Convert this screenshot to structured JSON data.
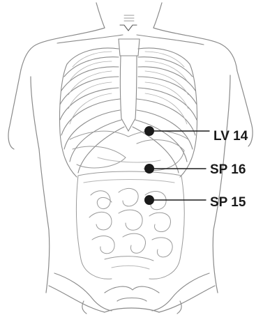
{
  "points": [
    {
      "id": "lv14",
      "label": "LV 14"
    },
    {
      "id": "sp16",
      "label": "SP 16"
    },
    {
      "id": "sp15",
      "label": "SP 15"
    }
  ],
  "colors": {
    "line_art": "#8a8a8a",
    "point": "#1a1a1a",
    "label": "#1a1a1a"
  }
}
